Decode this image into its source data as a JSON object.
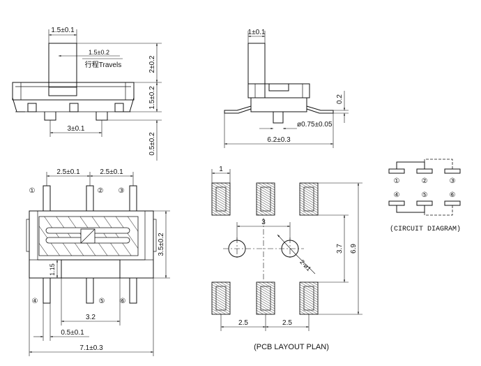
{
  "front_view": {
    "dim_actuator_width": "1.5±0.1",
    "dim_travel": "1.5±0.2",
    "travel_label": "行程Travels",
    "dim_actuator_height": "2±0.2",
    "dim_body_height": "1.5±0.2",
    "dim_pin_pitch": "3±0.1",
    "dim_standoff": "0.5±0.2"
  },
  "side_view": {
    "dim_actuator_width": "1±0.1",
    "dim_lead_thickness": "0.2",
    "dim_peg_diameter": "ø0.75±0.05",
    "dim_overall_length": "6.2±0.3"
  },
  "top_view": {
    "dim_pitch_left": "2.5±0.1",
    "dim_pitch_right": "2.5±0.1",
    "dim_body_width": "3.5±0.2",
    "dim_slot_height": "1.15",
    "dim_peg_spacing": "3.2",
    "dim_peg_offset": "0.5±0.1",
    "dim_overall_width": "7.1±0.3",
    "pin_labels": [
      "①",
      "②",
      "③",
      "④",
      "⑤",
      "⑥"
    ]
  },
  "pcb_layout": {
    "dim_pad_width": "1",
    "dim_hole_spacing": "3",
    "dim_hole_diameter": "2-ø1",
    "dim_hole_row_offset": "3.7",
    "dim_pad_row_span": "6.9",
    "dim_pitch_left": "2.5",
    "dim_pitch_right": "2.5",
    "caption": "(PCB LAYOUT  PLAN)"
  },
  "circuit": {
    "pin_labels": [
      "①",
      "②",
      "③",
      "④",
      "⑤",
      "⑥"
    ],
    "caption": "(CIRCUIT DIAGRAM)"
  }
}
